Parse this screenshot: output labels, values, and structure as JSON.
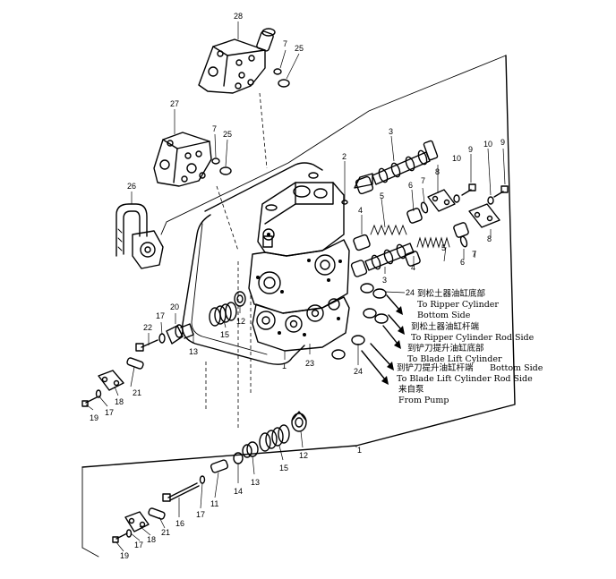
{
  "callouts": {
    "c28": "28",
    "c7a": "7",
    "c25a": "25",
    "c27": "27",
    "c7b": "7",
    "c25b": "25",
    "c26": "26",
    "c3": "3",
    "c2": "2",
    "c9a": "9",
    "c9b": "9",
    "c10a": "10",
    "c10b": "10",
    "c8a": "8",
    "c8b": "8",
    "c7c": "7",
    "c7d": "7",
    "c6a": "6",
    "c6b": "6",
    "c5a": "5",
    "c5b": "5",
    "c4a": "4",
    "c4b": "4",
    "c24a": "24",
    "c24b": "24",
    "c3b": "3",
    "c22": "22",
    "c17a": "17",
    "c20": "20",
    "c15a": "15",
    "c12a": "12",
    "c13a": "13",
    "c1a": "1",
    "c23": "23",
    "c18a": "18",
    "c21a": "21",
    "c19a": "19",
    "c17b": "17",
    "c12b": "12",
    "c15b": "15",
    "c13b": "13",
    "c14": "14",
    "c11": "11",
    "c17c": "17",
    "c16": "16",
    "c21b": "21",
    "c18b": "18",
    "c17d": "17",
    "c19b": "19",
    "c1b": "1"
  },
  "ports": {
    "p1_zh": "到松土器油缸底部",
    "p1_en1": "To Ripper Cylinder",
    "p1_en2": "Bottom Side",
    "p2_zh": "到松土器油缸杆端",
    "p2_en": "To Ripper Cylinder Rod Side",
    "p3_zh": "到铲刀提升油缸底部",
    "p3_en": "To Blade Lift Cylinder",
    "p4_zh": "到铲刀提升油缸杆端",
    "p4_en": "Bottom Side",
    "p5_en": "To Blade Lift Cylinder Rod Side",
    "p6_zh": "来自泵",
    "p6_en": "From Pump"
  }
}
